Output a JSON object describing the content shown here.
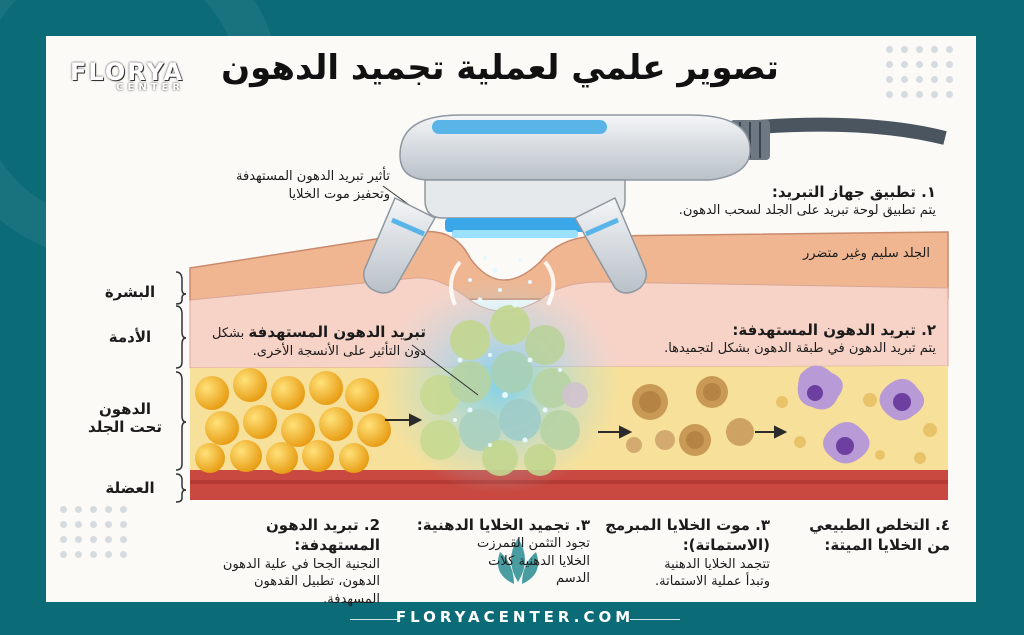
{
  "title": "تصوير علمي لعملية تجميد الدهون",
  "logo": {
    "name": "FLORYA",
    "sub": "CENTER"
  },
  "footer": {
    "url": "FLORYACENTER.COM"
  },
  "callouts": {
    "effect": {
      "line1": "تأثير تبريد الدهون المستهدفة",
      "line2": "وتحفيز موت الخلايا"
    },
    "step1": {
      "title": "١. تطبيق جهاز التبريد:",
      "text": "يتم تطبيق لوحة تبريد على الجلد لسحب الدهون."
    },
    "skin": {
      "text": "الجلد سليم وغير متضرر"
    },
    "step2": {
      "title": "٢. تبريد الدهون المستهدفة:",
      "text": "يتم تبريد الدهون في طبقة الدهون بشكل لتجميدها."
    },
    "center": {
      "title": "تبريد الدهون المستهدفة",
      "title_tail": "بشكل",
      "text": "دون التأثير على الأنسجة الأخرى."
    }
  },
  "layers": {
    "epidermis": "البشرة",
    "dermis": "الأدمة",
    "fat_line1": "الدهون",
    "fat_line2": "تحت الجلد",
    "muscle": "العضلة"
  },
  "steps_bottom": [
    {
      "title": "2. تبريد الدهون المستهدفة:",
      "lines": [
        "النجنية الجحا في علية الدهون",
        "الدهون، تطبيل القدهون",
        "المسهدفة."
      ]
    },
    {
      "title": "٣. تجميد الخلايا الدهنية:",
      "lines": [
        "تجود التثمن القمرزت",
        "الخلايا الدهنية كلات",
        "الدسم"
      ]
    },
    {
      "title": "٣. موت الخلايا المبرمج",
      "title2": "(الاستماتة):",
      "lines": [
        "تتجمد الخلايا الدهنية",
        "وتبدأ عملية الاستماتة."
      ]
    },
    {
      "title": "٤. التخلص الطبيعي",
      "title2": "من الخلايا الميتة:",
      "lines": []
    }
  ],
  "colors": {
    "frame": "#0b6b76",
    "skin": "#efb48f",
    "dermis": "#f6d1c5",
    "fat": "#f6dd8a",
    "fat_cell": "#f3b321",
    "muscle": "#c9483f",
    "cold": "#7fd3f5"
  }
}
